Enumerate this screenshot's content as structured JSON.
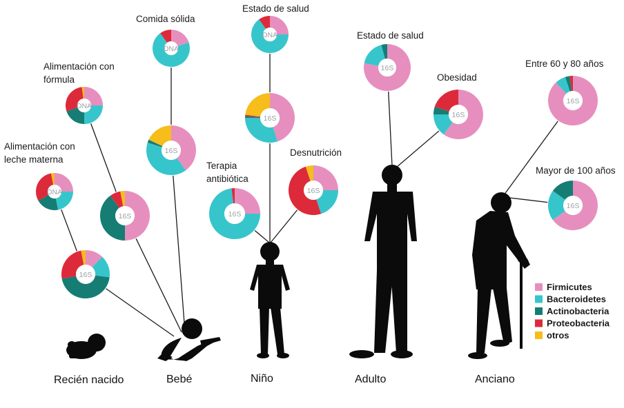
{
  "colors": {
    "Firmicutes": "#e68fbf",
    "Bacteroidetes": "#37c5cc",
    "Actinobacteria": "#167d74",
    "Proteobacteria": "#dd2a3a",
    "otros": "#f6bd1b"
  },
  "legend": [
    "Firmicutes",
    "Bacteroidetes",
    "Actinobacteria",
    "Proteobacteria",
    "otros"
  ],
  "stages": {
    "newborn": "Recién nacido",
    "baby": "Bebé",
    "child": "Niño",
    "adult": "Adulto",
    "elder": "Anciano"
  },
  "labels": {
    "breast": [
      "Alimentación con",
      "leche materna"
    ],
    "formula": [
      "Alimentación con",
      "fórmula"
    ],
    "solid": [
      "Comida sólida"
    ],
    "child_health": [
      "Estado de salud"
    ],
    "antibiotic": [
      "Terapia",
      "antibiótica"
    ],
    "malnutrition": [
      "Desnutrición"
    ],
    "adult_health": [
      "Estado de salud"
    ],
    "obesity": [
      "Obesidad"
    ],
    "age_60_80": [
      "Entre 60 y 80 años"
    ],
    "age_100": [
      "Mayor de 100 años"
    ]
  },
  "chart_data": {
    "type": "pie",
    "style": "donut",
    "categories": [
      "Firmicutes",
      "Bacteroidetes",
      "Actinobacteria",
      "Proteobacteria",
      "otros"
    ],
    "charts": [
      {
        "id": "newborn_breast_dna",
        "center": "DNA",
        "values": [
          0.25,
          0.22,
          0.2,
          0.3,
          0.03
        ]
      },
      {
        "id": "newborn_breast_16s",
        "center": "16S",
        "values": [
          0.12,
          0.15,
          0.45,
          0.25,
          0.03
        ]
      },
      {
        "id": "newborn_formula_dna",
        "center": "DNA",
        "values": [
          0.25,
          0.25,
          0.2,
          0.28,
          0.02
        ]
      },
      {
        "id": "newborn_formula_16s",
        "center": "16S",
        "values": [
          0.5,
          0.0,
          0.4,
          0.07,
          0.03
        ]
      },
      {
        "id": "baby_solid_dna",
        "center": "DNA",
        "values": [
          0.2,
          0.7,
          0.0,
          0.1,
          0.0
        ]
      },
      {
        "id": "baby_solid_16s",
        "center": "16S",
        "values": [
          0.4,
          0.4,
          0.02,
          0.0,
          0.18
        ]
      },
      {
        "id": "child_health_dna",
        "center": "DNA",
        "values": [
          0.25,
          0.65,
          0.0,
          0.1,
          0.0
        ]
      },
      {
        "id": "child_health_16s",
        "center": "16S",
        "values": [
          0.45,
          0.3,
          0.01,
          0.01,
          0.23
        ]
      },
      {
        "id": "child_antibiotic_16s",
        "center": "16S",
        "values": [
          0.25,
          0.73,
          0.0,
          0.02,
          0.0
        ]
      },
      {
        "id": "child_malnutrition_16s",
        "center": "16S",
        "values": [
          0.25,
          0.2,
          0.0,
          0.5,
          0.05
        ]
      },
      {
        "id": "adult_health_16s",
        "center": "16S",
        "values": [
          0.78,
          0.18,
          0.04,
          0.0,
          0.0
        ]
      },
      {
        "id": "adult_obesity_16s",
        "center": "16S",
        "values": [
          0.6,
          0.15,
          0.05,
          0.2,
          0.0
        ]
      },
      {
        "id": "elder_60_80_16s",
        "center": "16S",
        "values": [
          0.88,
          0.07,
          0.03,
          0.02,
          0.0
        ]
      },
      {
        "id": "elder_100_16s",
        "center": "16S",
        "values": [
          0.65,
          0.2,
          0.15,
          0.0,
          0.0
        ]
      }
    ]
  }
}
